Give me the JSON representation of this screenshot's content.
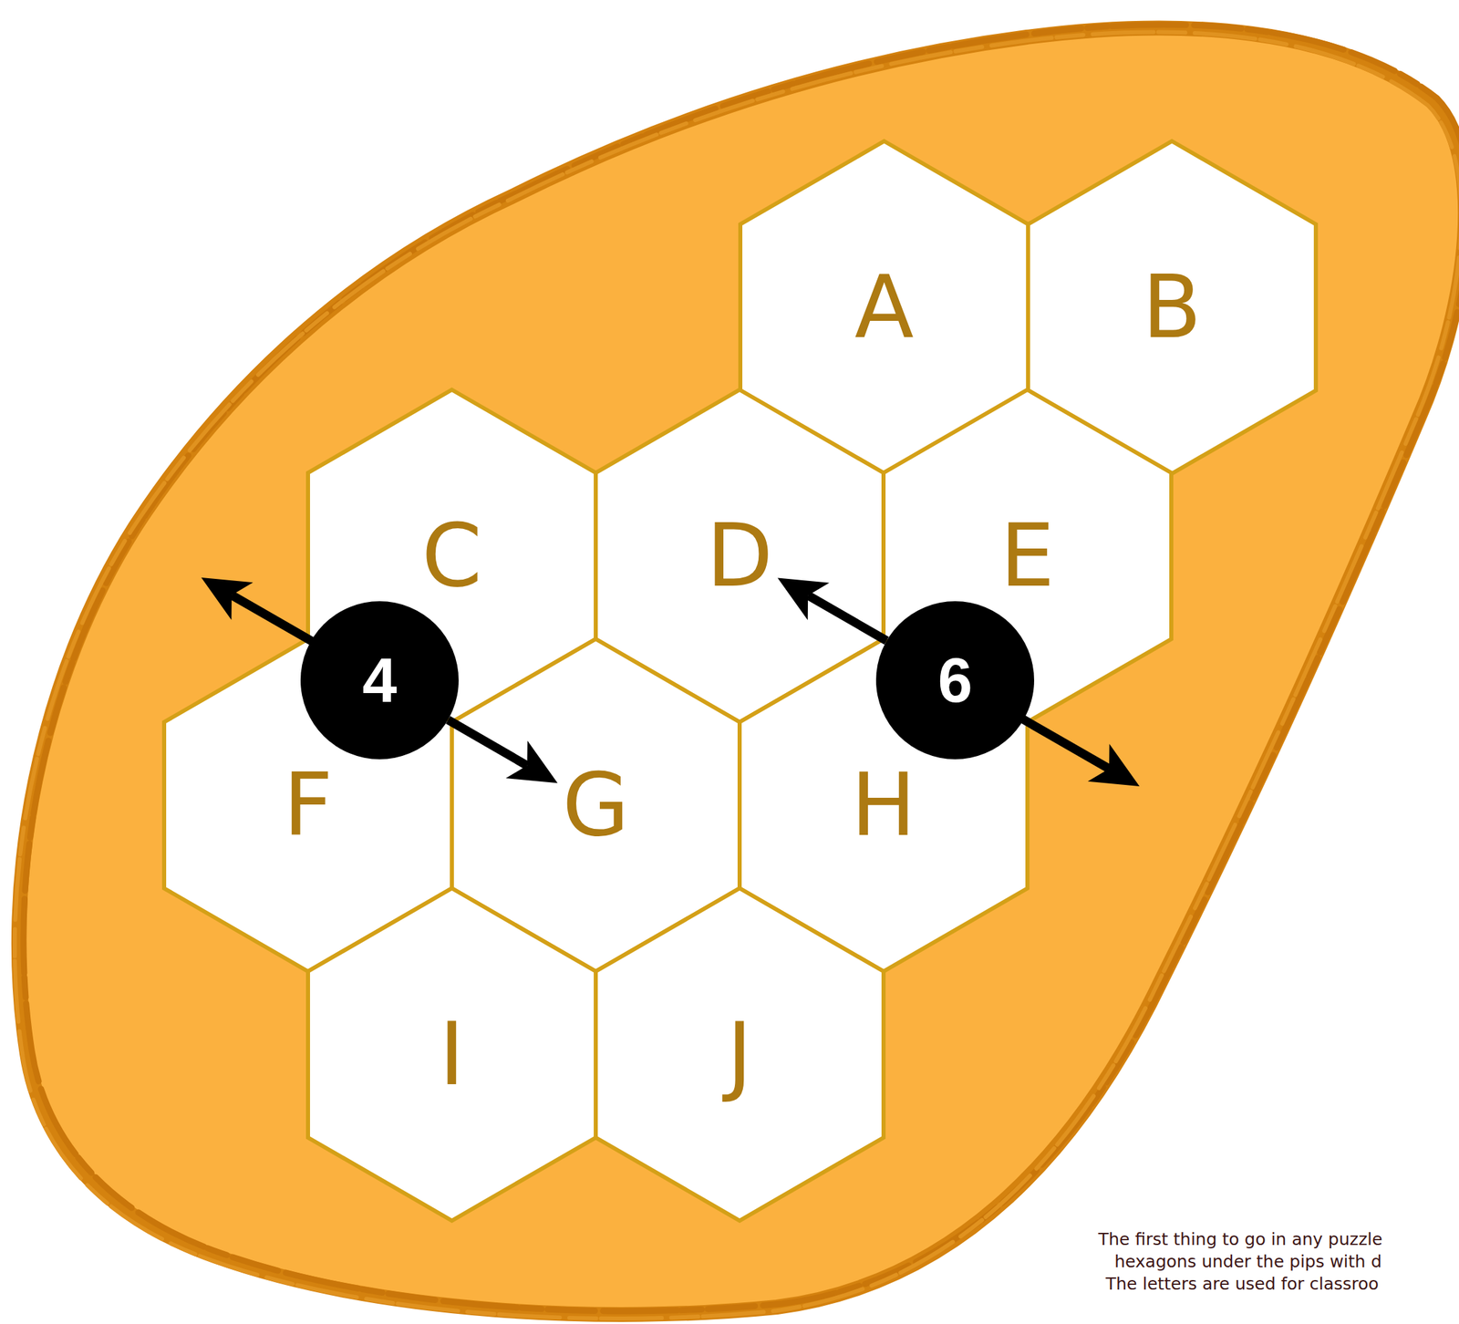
{
  "diagram": {
    "nodes": [
      {
        "text": [
          "A"
        ]
      },
      {
        "text": [
          "B"
        ]
      },
      {
        "text": [
          "C"
        ]
      },
      {
        "text": [
          "D"
        ]
      },
      {
        "text": [
          "E"
        ]
      },
      {
        "text": [
          "4"
        ]
      },
      {
        "text": [
          "6"
        ]
      },
      {
        "text": [
          "F"
        ]
      },
      {
        "text": [
          "G"
        ]
      },
      {
        "text": [
          "H"
        ]
      },
      {
        "text": [
          "I"
        ]
      },
      {
        "text": [
          "J"
        ]
      }
    ],
    "edges": [
      {
        "from": 5,
        "to": 8,
        "arrow": "to"
      },
      {
        "from": 6,
        "to": 3,
        "arrow": "to"
      }
    ],
    "labels": [
      "The first thing to go in any puzzle",
      "hexagons under the pips with d",
      "The letters are used for classroo"
    ]
  }
}
